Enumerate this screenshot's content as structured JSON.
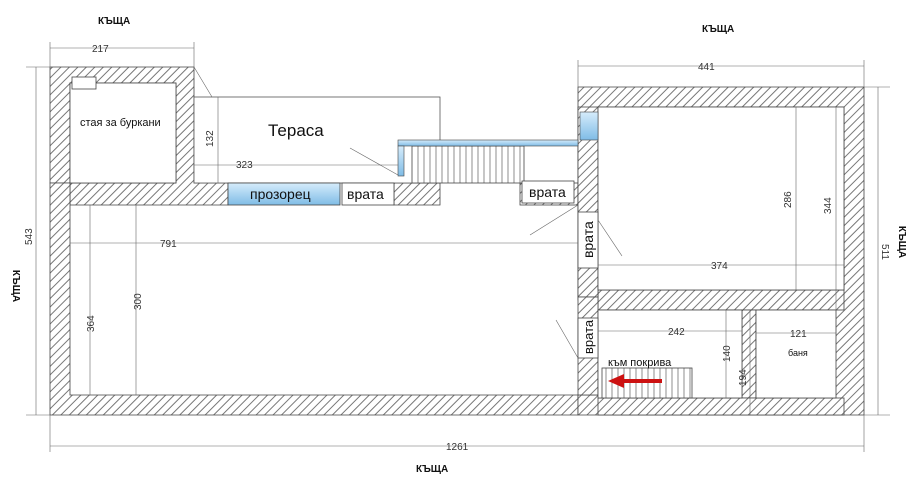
{
  "neighbors": {
    "top_left": "КЪЩА",
    "top_right": "КЪЩА",
    "bottom": "КЪЩА",
    "left": "КЪЩА",
    "right": "КЪЩА"
  },
  "rooms": {
    "jar_room": "стая за буркани",
    "terrace": "Тераса",
    "bathroom": "баня",
    "to_roof": "към покрива"
  },
  "openings": {
    "window": "прозорец",
    "door_terrace_left": "врата",
    "door_terrace_right": "врата",
    "door_room_right": "врата",
    "door_lower_right": "врата"
  },
  "dimensions": {
    "jar_room_width": "217",
    "right_block_width": "441",
    "terrace_depth": "132",
    "terrace_length": "323",
    "main_hall_length": "791",
    "total_height_left": "543",
    "total_height_right": "511",
    "hall_height_a": "364",
    "hall_height_b": "300",
    "room_height_a": "286",
    "room_height_b": "344",
    "room_width": "374",
    "stair_room_width": "242",
    "bath_width": "121",
    "stair_room_height": "140",
    "bath_height": "194",
    "total_length": "1261"
  },
  "colors": {
    "wall_hatch": "#777777",
    "glass": "#7fbce6",
    "arrow": "#cc1111"
  }
}
